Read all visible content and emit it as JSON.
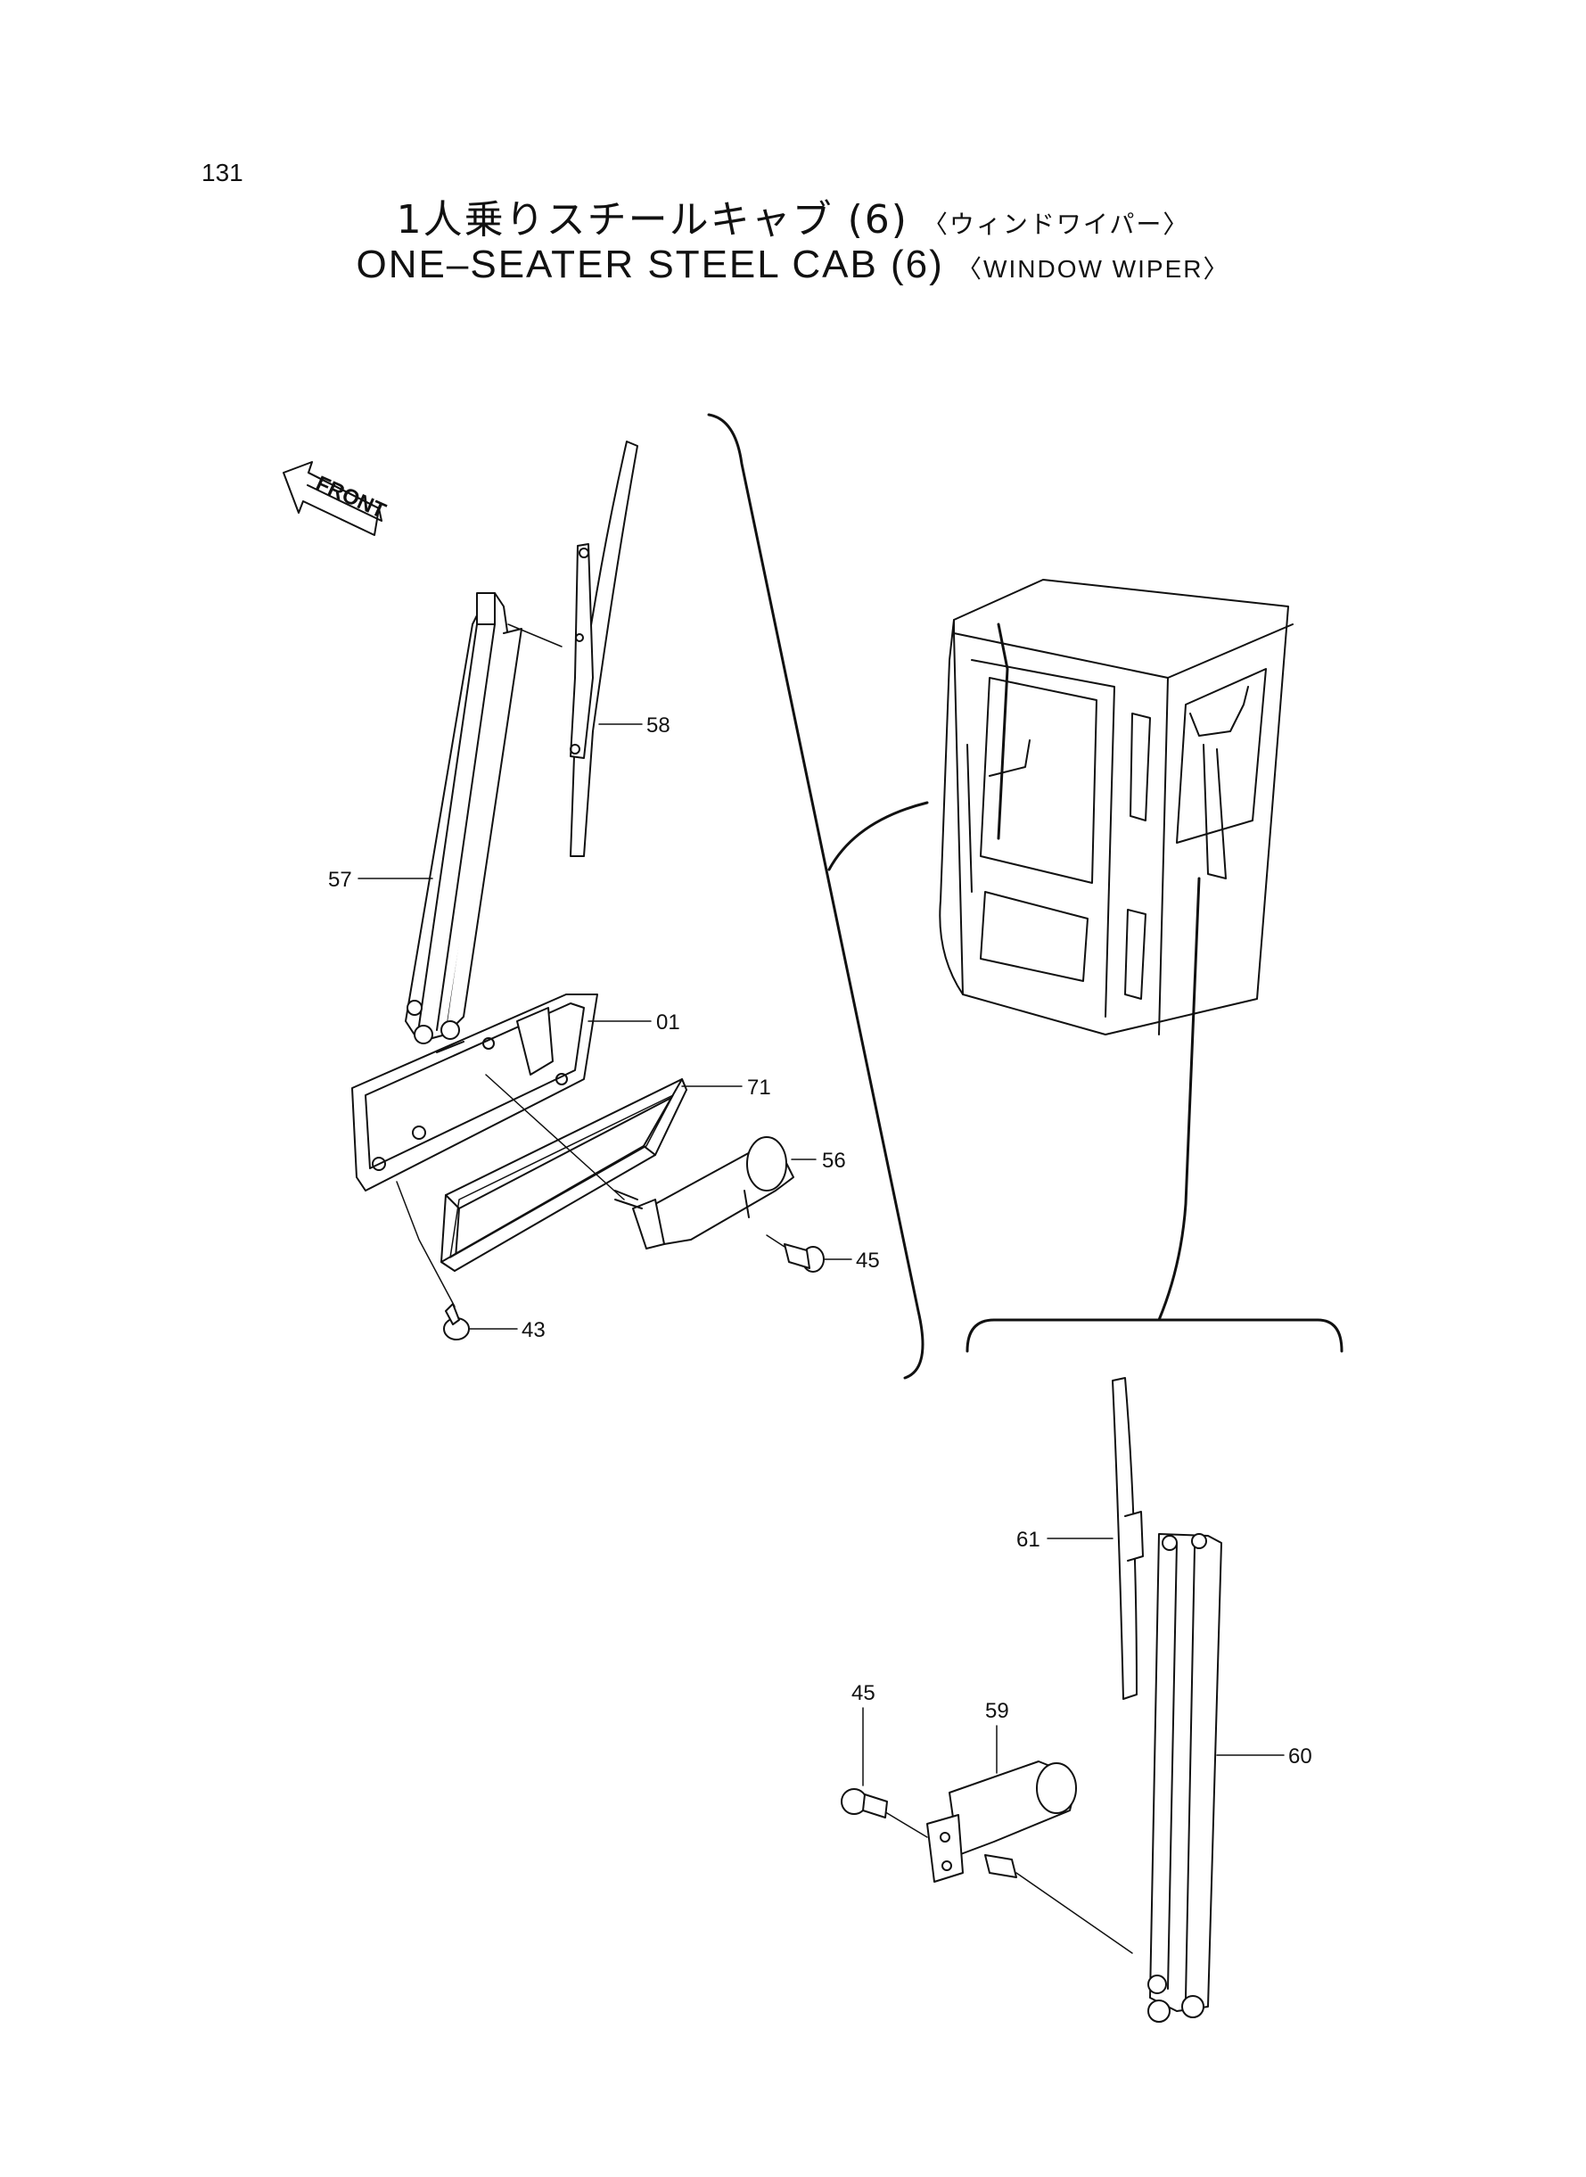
{
  "page_number": "131",
  "title_jp": "1人乗りスチールキャブ (6)",
  "title_jp_sub": "〈ウィンドワイパー〉",
  "title_en": "ONE–SEATER STEEL CAB (6)",
  "title_en_sub": "〈WINDOW WIPER〉",
  "front_arrow_label": "FRONT",
  "callouts": {
    "c58": "58",
    "c57": "57",
    "c01": "01",
    "c71": "71",
    "c56": "56",
    "c45a": "45",
    "c43": "43",
    "c61": "61",
    "c45b": "45",
    "c59": "59",
    "c60": "60"
  },
  "colors": {
    "line": "#111111",
    "background": "#ffffff"
  }
}
